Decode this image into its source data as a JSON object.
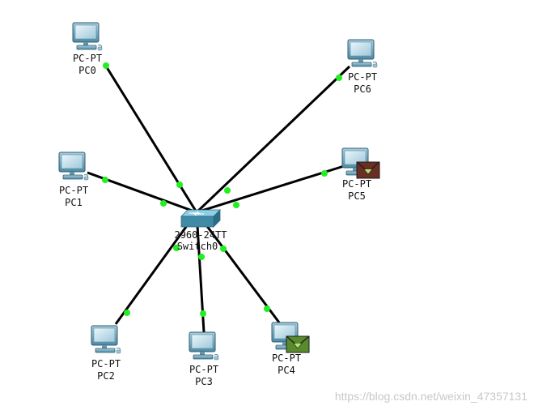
{
  "switch": {
    "model": "2960-24TT",
    "name": "Switch0"
  },
  "devices": [
    {
      "id": "pc0",
      "model": "PC-PT",
      "name": "PC0",
      "envelope": ""
    },
    {
      "id": "pc1",
      "model": "PC-PT",
      "name": "PC1",
      "envelope": ""
    },
    {
      "id": "pc2",
      "model": "PC-PT",
      "name": "PC2",
      "envelope": ""
    },
    {
      "id": "pc3",
      "model": "PC-PT",
      "name": "PC3",
      "envelope": ""
    },
    {
      "id": "pc4",
      "model": "PC-PT",
      "name": "PC4",
      "envelope": "green"
    },
    {
      "id": "pc5",
      "model": "PC-PT",
      "name": "PC5",
      "envelope": "brown"
    },
    {
      "id": "pc6",
      "model": "PC-PT",
      "name": "PC6",
      "envelope": ""
    }
  ],
  "link_status_color": "#22ee22",
  "envelope_colors": {
    "green": "#5a8a2e",
    "brown": "#6b2e22"
  },
  "watermark": "https://blog.csdn.net/weixin_47357131"
}
